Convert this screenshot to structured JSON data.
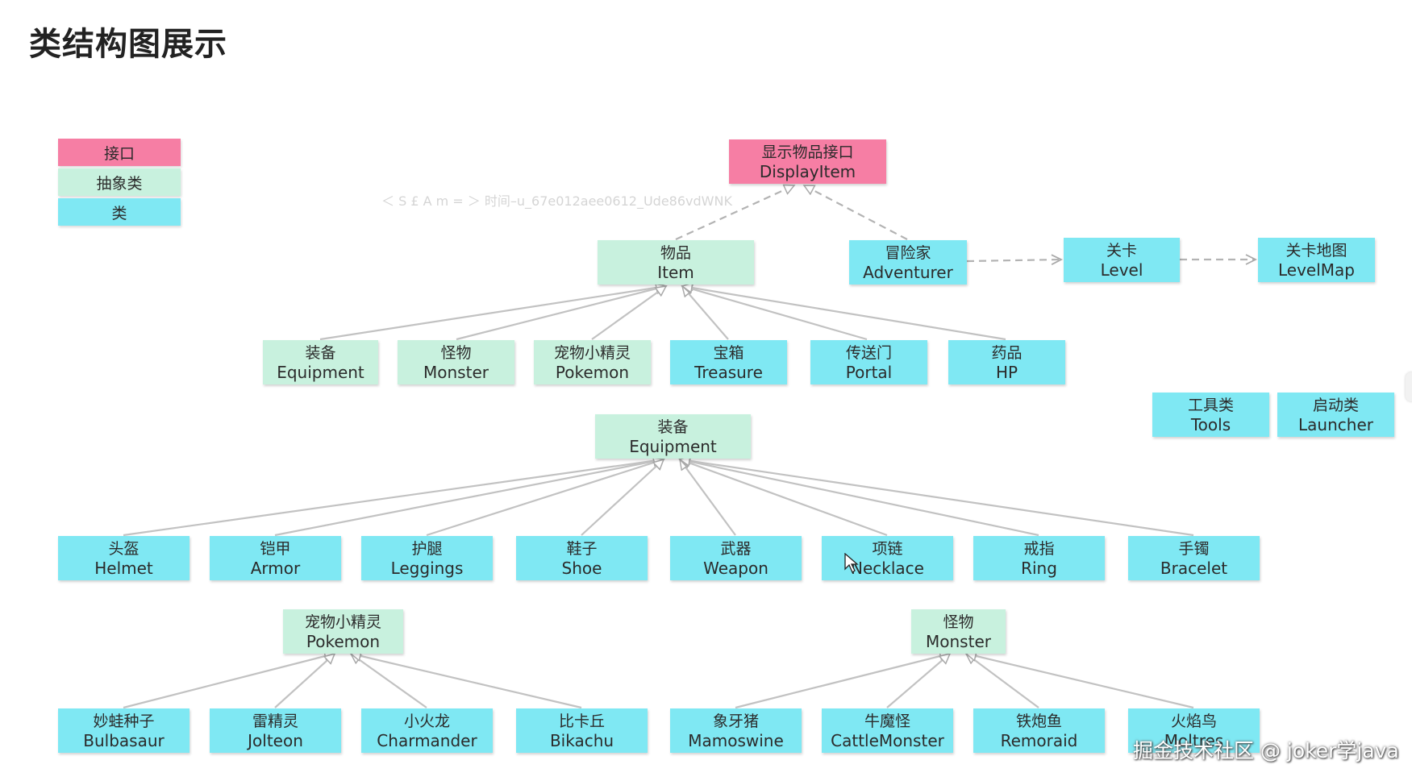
{
  "title": "类结构图展示",
  "watermark": "＜ S £ A m = ＞ 时间–u_67e012aee0612_Ude86vdWNK",
  "credit": "掘金技术社区 @ joker学java",
  "legend": {
    "interface": "接口",
    "abstract": "抽象类",
    "class": "类"
  },
  "colors": {
    "interface": "#f67ea4",
    "abstract": "#c8f1de",
    "class": "#7fe8f3",
    "line": "#bdbdbd"
  },
  "nodes": {
    "displayitem": {
      "cn": "显示物品接口",
      "en": "DisplayItem"
    },
    "item": {
      "cn": "物品",
      "en": "Item"
    },
    "adventurer": {
      "cn": "冒险家",
      "en": "Adventurer"
    },
    "level": {
      "cn": "关卡",
      "en": "Level"
    },
    "levelmap": {
      "cn": "关卡地图",
      "en": "LevelMap"
    },
    "equipment": {
      "cn": "装备",
      "en": "Equipment"
    },
    "monster": {
      "cn": "怪物",
      "en": "Monster"
    },
    "pokemon": {
      "cn": "宠物小精灵",
      "en": "Pokemon"
    },
    "treasure": {
      "cn": "宝箱",
      "en": "Treasure"
    },
    "portal": {
      "cn": "传送门",
      "en": "Portal"
    },
    "hp": {
      "cn": "药品",
      "en": "HP"
    },
    "tools": {
      "cn": "工具类",
      "en": "Tools"
    },
    "launcher": {
      "cn": "启动类",
      "en": "Launcher"
    },
    "equipment2": {
      "cn": "装备",
      "en": "Equipment"
    },
    "helmet": {
      "cn": "头盔",
      "en": "Helmet"
    },
    "armor": {
      "cn": "铠甲",
      "en": "Armor"
    },
    "leggings": {
      "cn": "护腿",
      "en": "Leggings"
    },
    "shoe": {
      "cn": "鞋子",
      "en": "Shoe"
    },
    "weapon": {
      "cn": "武器",
      "en": "Weapon"
    },
    "necklace": {
      "cn": "项链",
      "en": "Necklace"
    },
    "ring": {
      "cn": "戒指",
      "en": "Ring"
    },
    "bracelet": {
      "cn": "手镯",
      "en": "Bracelet"
    },
    "pokemon2": {
      "cn": "宠物小精灵",
      "en": "Pokemon"
    },
    "monster2": {
      "cn": "怪物",
      "en": "Monster"
    },
    "bulbasaur": {
      "cn": "妙蛙种子",
      "en": "Bulbasaur"
    },
    "jolteon": {
      "cn": "雷精灵",
      "en": "Jolteon"
    },
    "charmander": {
      "cn": "小火龙",
      "en": "Charmander"
    },
    "bikachu": {
      "cn": "比卡丘",
      "en": "Bikachu"
    },
    "mamoswine": {
      "cn": "象牙猪",
      "en": "Mamoswine"
    },
    "cattlemonster": {
      "cn": "牛魔怪",
      "en": "CattleMonster"
    },
    "remoraid": {
      "cn": "铁炮鱼",
      "en": "Remoraid"
    },
    "moltres": {
      "cn": "火焰鸟",
      "en": "Moltres"
    }
  },
  "relations": [
    {
      "from": "item",
      "to": "displayitem",
      "type": "realization"
    },
    {
      "from": "adventurer",
      "to": "displayitem",
      "type": "realization"
    },
    {
      "from": "adventurer",
      "to": "level",
      "type": "dependency"
    },
    {
      "from": "level",
      "to": "levelmap",
      "type": "dependency"
    },
    {
      "from": "equipment",
      "to": "item",
      "type": "inheritance"
    },
    {
      "from": "monster",
      "to": "item",
      "type": "inheritance"
    },
    {
      "from": "pokemon",
      "to": "item",
      "type": "inheritance"
    },
    {
      "from": "treasure",
      "to": "item",
      "type": "inheritance"
    },
    {
      "from": "portal",
      "to": "item",
      "type": "inheritance"
    },
    {
      "from": "hp",
      "to": "item",
      "type": "inheritance"
    },
    {
      "from": "helmet",
      "to": "equipment2",
      "type": "inheritance"
    },
    {
      "from": "armor",
      "to": "equipment2",
      "type": "inheritance"
    },
    {
      "from": "leggings",
      "to": "equipment2",
      "type": "inheritance"
    },
    {
      "from": "shoe",
      "to": "equipment2",
      "type": "inheritance"
    },
    {
      "from": "weapon",
      "to": "equipment2",
      "type": "inheritance"
    },
    {
      "from": "necklace",
      "to": "equipment2",
      "type": "inheritance"
    },
    {
      "from": "ring",
      "to": "equipment2",
      "type": "inheritance"
    },
    {
      "from": "bracelet",
      "to": "equipment2",
      "type": "inheritance"
    },
    {
      "from": "bulbasaur",
      "to": "pokemon2",
      "type": "inheritance"
    },
    {
      "from": "jolteon",
      "to": "pokemon2",
      "type": "inheritance"
    },
    {
      "from": "charmander",
      "to": "pokemon2",
      "type": "inheritance"
    },
    {
      "from": "bikachu",
      "to": "pokemon2",
      "type": "inheritance"
    },
    {
      "from": "mamoswine",
      "to": "monster2",
      "type": "inheritance"
    },
    {
      "from": "cattlemonster",
      "to": "monster2",
      "type": "inheritance"
    },
    {
      "from": "remoraid",
      "to": "monster2",
      "type": "inheritance"
    },
    {
      "from": "moltres",
      "to": "monster2",
      "type": "inheritance"
    }
  ]
}
